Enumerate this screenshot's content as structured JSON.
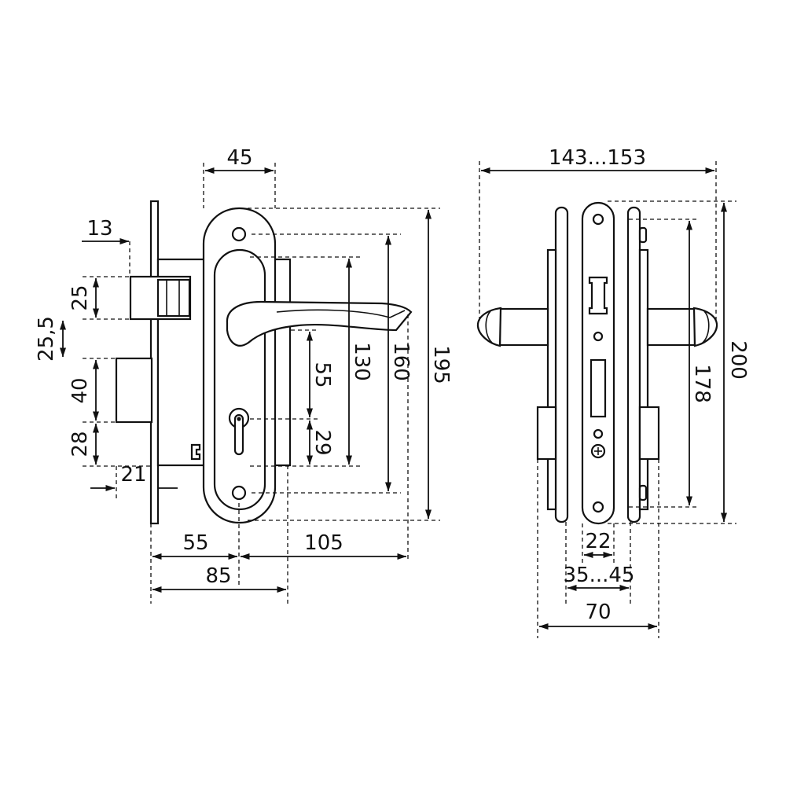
{
  "front_view": {
    "dimensions": {
      "handle_width": "45",
      "faceplate_thickness": "13",
      "latch_height": "25",
      "latch_to_bolt_gap": "25,5",
      "bolt_height": "40",
      "bolt_to_bottom": "28",
      "bottom_offset": "21",
      "spindle_to_cylinder": "55",
      "cylinder_height": "29",
      "center_distance_130": "130",
      "screw_distance_160": "160",
      "plate_height": "195",
      "backset_55": "55",
      "case_width": "85",
      "handle_length": "105"
    }
  },
  "side_view": {
    "dimensions": {
      "overall_width": "143...153",
      "plate_height": "200",
      "faceplate_screw_distance": "178",
      "faceplate_width": "22",
      "door_thickness": "35...45",
      "case_depth": "70"
    }
  }
}
